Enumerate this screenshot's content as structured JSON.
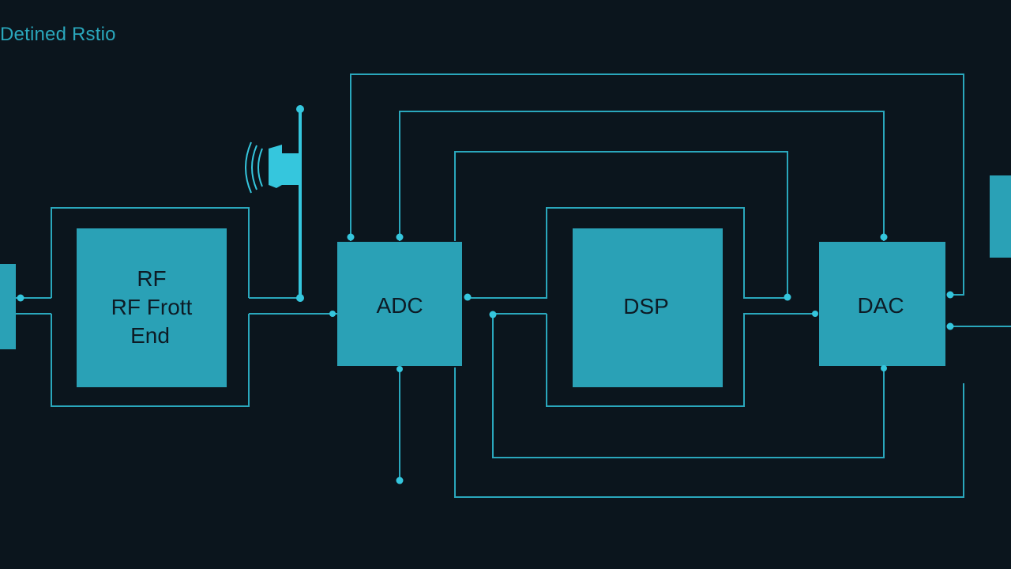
{
  "diagram": {
    "title": "Detined Rstio",
    "colors": {
      "background": "#0b151d",
      "line": "#2aa7bc",
      "block_fill": "#2aa1b6",
      "accent": "#35c6dd",
      "label": "#0d1b25",
      "title": "#2aa7bc"
    },
    "icons": [
      "antenna-icon",
      "signal-waves-icon"
    ],
    "blocks": [
      {
        "id": "rf-front-end",
        "lines": [
          "RF",
          "RF Frott",
          "End"
        ]
      },
      {
        "id": "adc",
        "lines": [
          "ADC"
        ]
      },
      {
        "id": "dsp",
        "lines": [
          "DSP"
        ]
      },
      {
        "id": "dac",
        "lines": [
          "DAC"
        ]
      }
    ]
  }
}
